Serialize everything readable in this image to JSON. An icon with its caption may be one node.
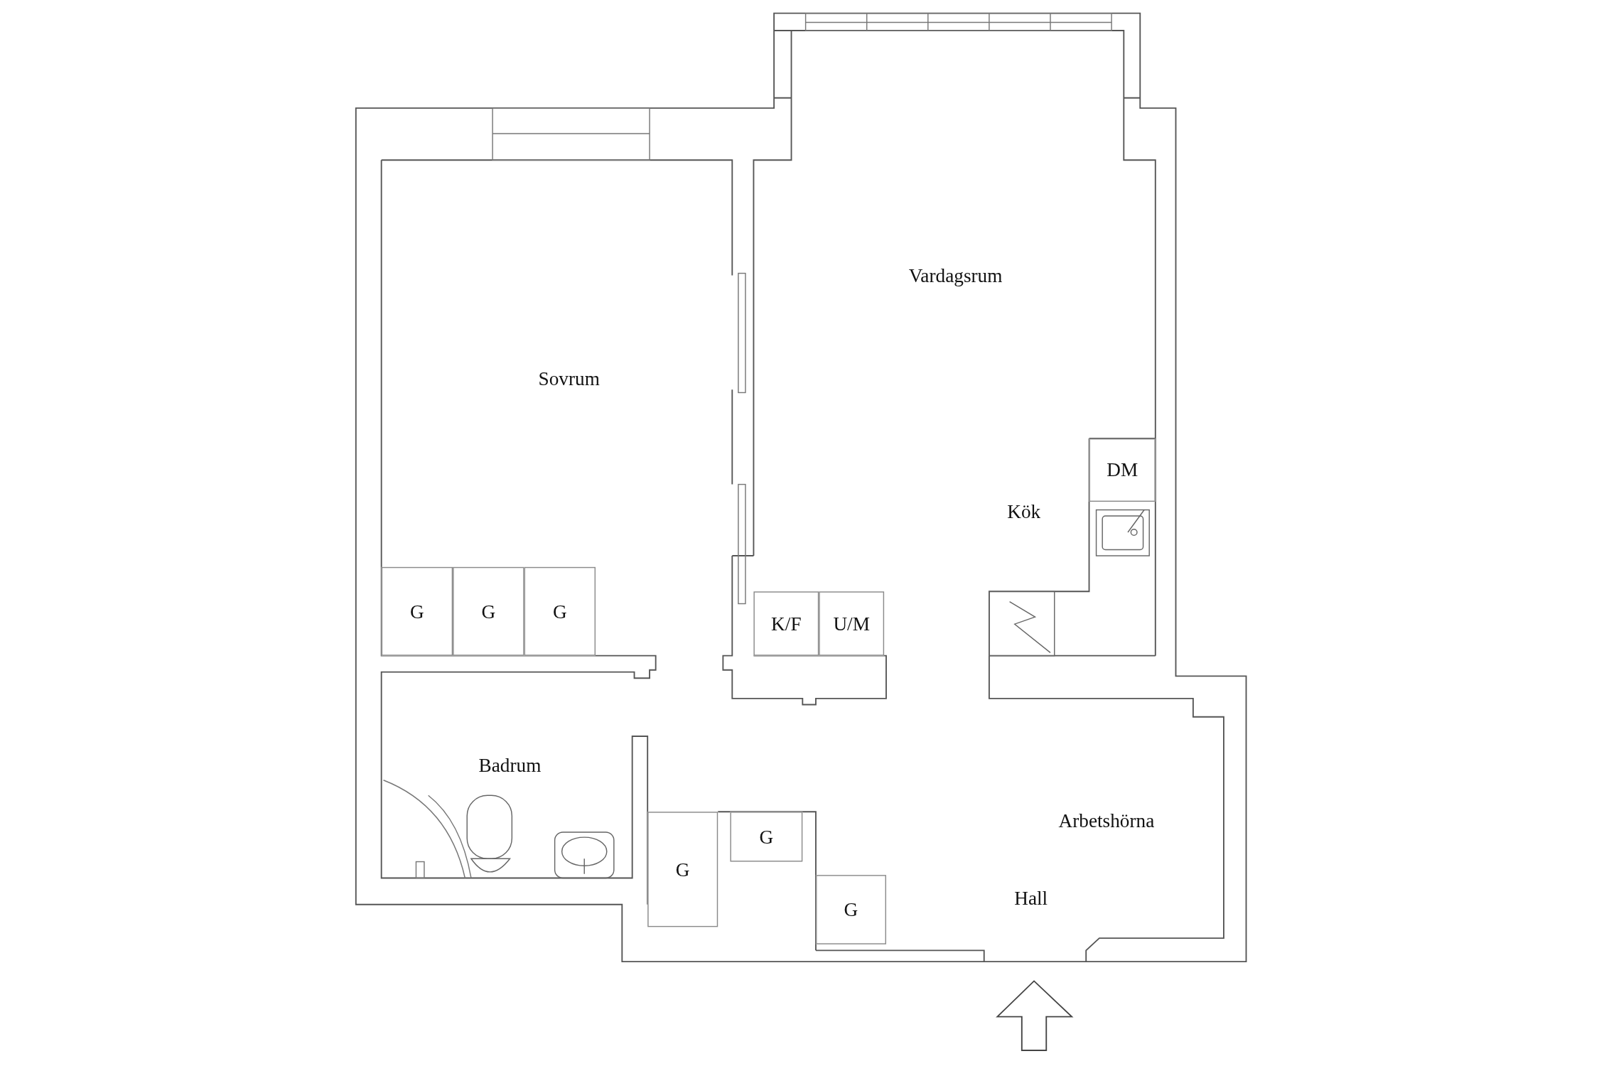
{
  "diagram": {
    "nodes": [
      {
        "text": [
          "DM"
        ]
      },
      {
        "text": [
          "G"
        ]
      },
      {
        "text": [
          "G"
        ]
      },
      {
        "text": [
          "G"
        ]
      },
      {
        "text": [
          "K/F"
        ]
      },
      {
        "text": [
          "U/M"
        ]
      },
      {
        "text": [
          "G"
        ]
      },
      {
        "text": [
          "G"
        ]
      },
      {
        "text": [
          "G"
        ]
      }
    ],
    "labels": [
      "Vardagsrum",
      "Sovrum",
      "Kök",
      "Badrum",
      "Arbetshörna",
      "Hall"
    ]
  }
}
